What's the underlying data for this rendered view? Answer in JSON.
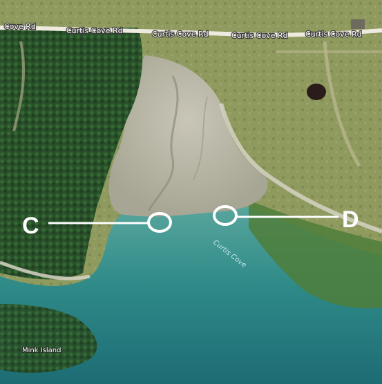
{
  "map": {
    "road": {
      "labels": [
        "Cove Rd",
        "Curtis Cove Rd",
        "Curtis Cove Rd",
        "Curtis Cove Rd",
        "Curtis Cove Rd"
      ]
    },
    "water_body_label": "Curtis Cove",
    "island_label": "Mink Island",
    "markers": [
      {
        "letter": "C"
      },
      {
        "letter": "D"
      }
    ],
    "colors": {
      "forest": "#2d5a2a",
      "field": "#8c9a5c",
      "mudflat": "#b8b4a4",
      "shallow_water": "#3f8f8a",
      "deep_water": "#1f6f76",
      "marker_stroke": "#ffffff"
    }
  }
}
